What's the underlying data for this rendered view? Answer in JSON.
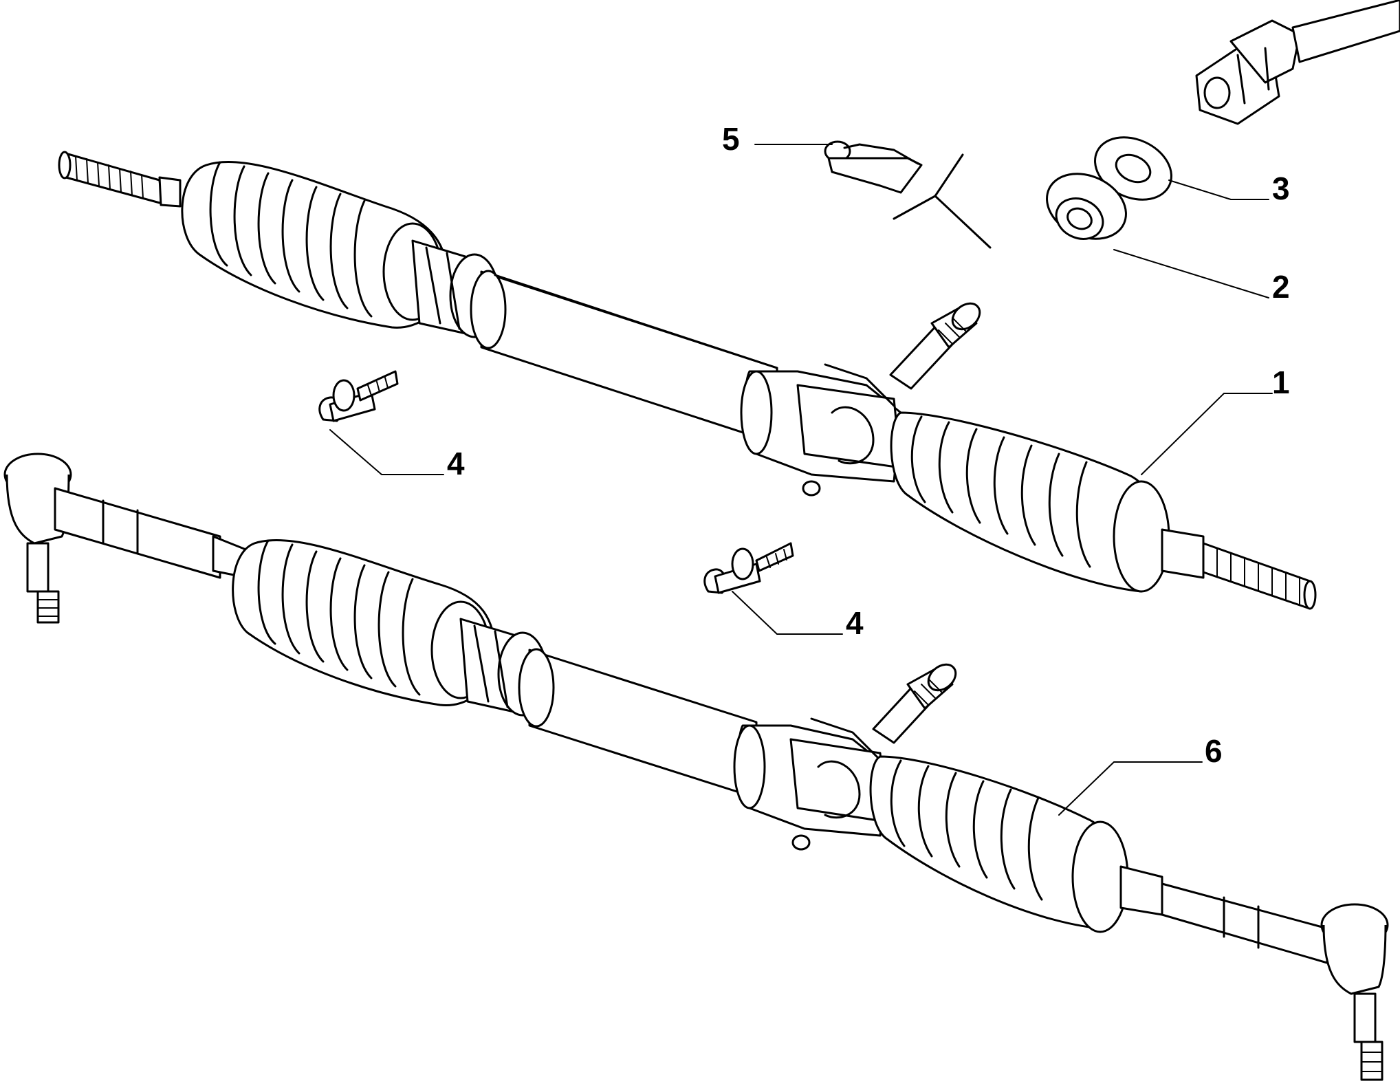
{
  "callouts": [
    {
      "id": "1",
      "label": "1"
    },
    {
      "id": "2",
      "label": "2"
    },
    {
      "id": "3",
      "label": "3"
    },
    {
      "id": "4a",
      "label": "4"
    },
    {
      "id": "4b",
      "label": "4"
    },
    {
      "id": "5",
      "label": "5"
    },
    {
      "id": "6",
      "label": "6"
    }
  ]
}
